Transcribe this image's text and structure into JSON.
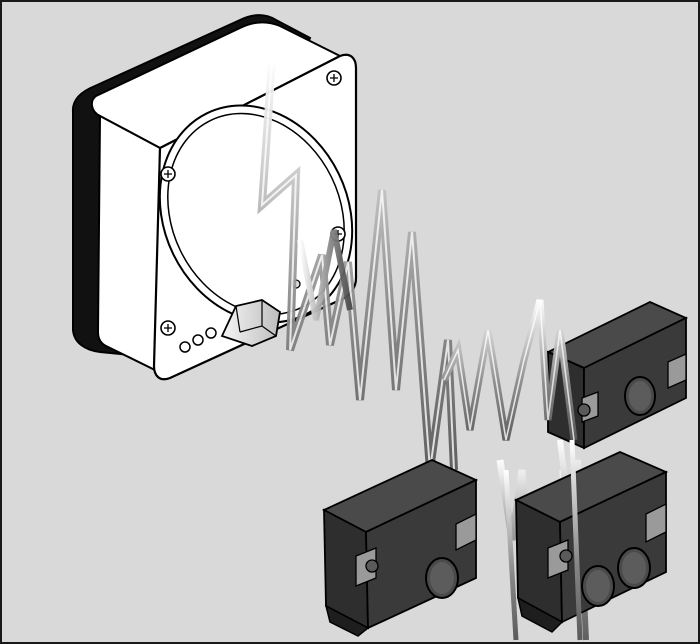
{
  "figure": {
    "background": "#d9d9d9",
    "frame_color": "#1a1a1a",
    "components": [
      {
        "name": "receiver-unit",
        "icon": "box-with-oval-window-icon",
        "leds": 3,
        "screws": 4
      },
      {
        "name": "transmitter-block",
        "icon": "sensor-block-icon",
        "lenses": 1
      },
      {
        "name": "transmitter-block",
        "icon": "sensor-block-icon",
        "lenses": 1
      },
      {
        "name": "transmitter-block",
        "icon": "sensor-block-icon",
        "lenses": 2
      }
    ],
    "signal_icon": "zigzag-radio-signal-icon",
    "colors": {
      "housing_front": "#ffffff",
      "housing_back": "#111111",
      "block_top": "#4a4a4a",
      "block_front": "#3a3a3a",
      "block_side": "#2a2a2a",
      "lens": "#555555",
      "signal_light": "#ffffff",
      "signal_dark": "#555555"
    }
  }
}
